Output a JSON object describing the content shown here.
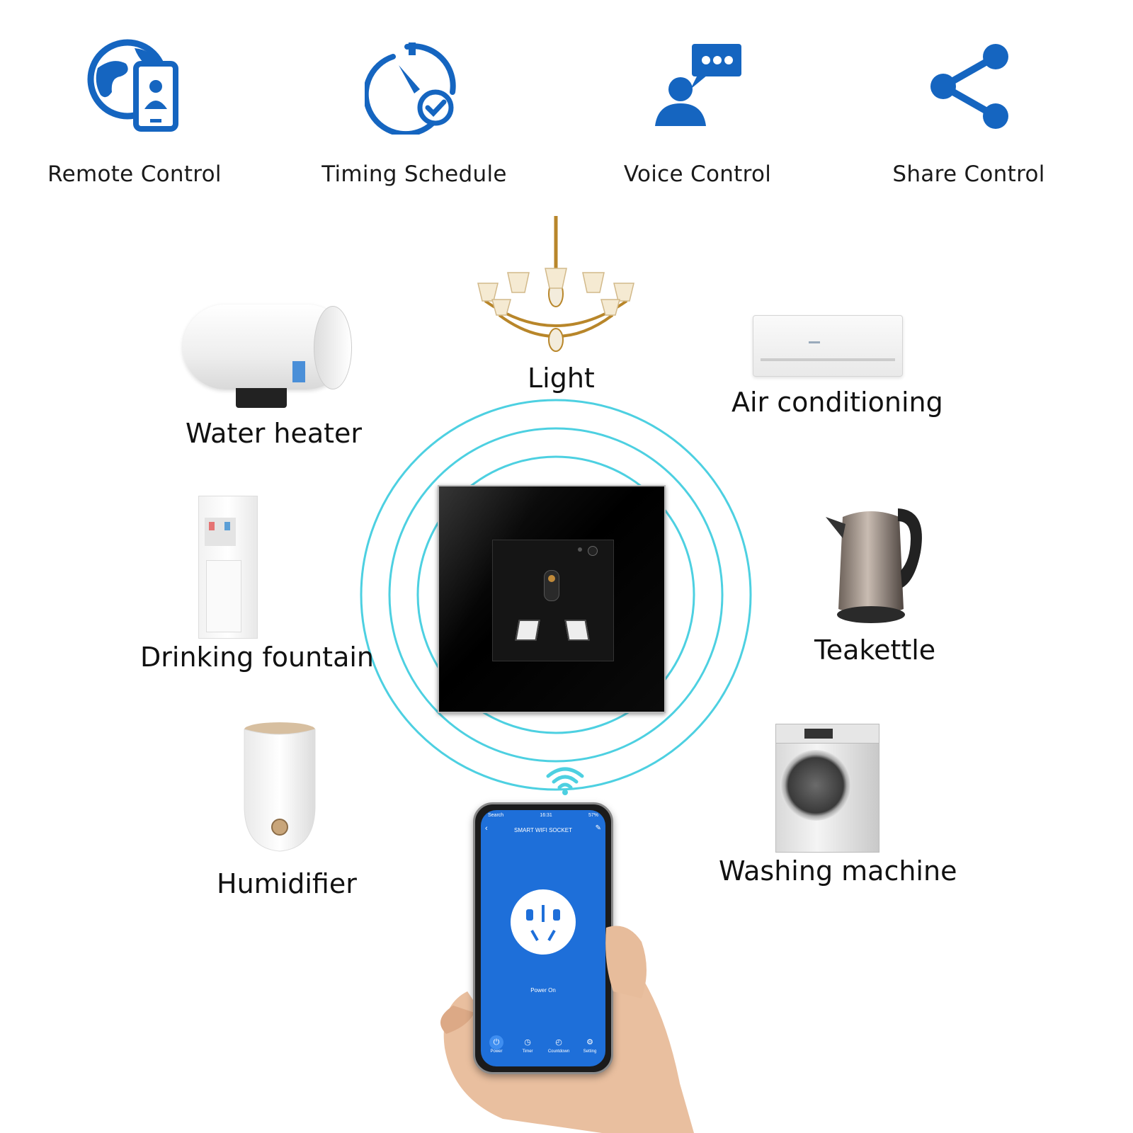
{
  "features": [
    {
      "label": "Remote Control",
      "icon": "globe-phone-icon"
    },
    {
      "label": "Timing Schedule",
      "icon": "timer-check-icon"
    },
    {
      "label": "Voice Control",
      "icon": "voice-chat-icon"
    },
    {
      "label": "Share Control",
      "icon": "share-icon"
    }
  ],
  "appliances": {
    "light": "Light",
    "water_heater": "Water heater",
    "air_conditioning": "Air conditioning",
    "drinking_fountain": "Drinking fountain",
    "teakettle": "Teakettle",
    "humidifier": "Humidifier",
    "washing_machine": "Washing machine"
  },
  "phone": {
    "status_carrier": "Search",
    "status_time": "16:31",
    "status_battery": "57%",
    "title": "SMART WIFI SOCKET",
    "power_status": "Power On",
    "tabs": [
      {
        "label": "Power",
        "icon": "power-icon"
      },
      {
        "label": "Timer",
        "icon": "timer-icon"
      },
      {
        "label": "Countdown",
        "icon": "countdown-icon"
      },
      {
        "label": "Setting",
        "icon": "setting-icon"
      }
    ]
  },
  "colors": {
    "icon_blue": "#1565c0",
    "ring_cyan": "#4dd0e1",
    "app_blue": "#1e6fd9"
  }
}
